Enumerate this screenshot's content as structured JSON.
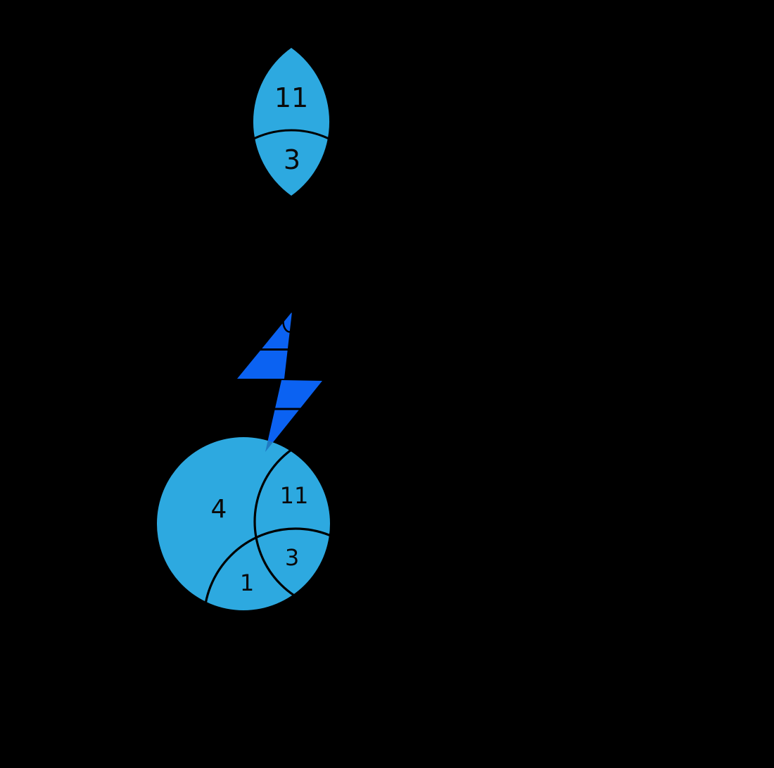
{
  "scene": {
    "background_color": "#000000"
  },
  "colors": {
    "set_fill": "#2da9e0",
    "bolt_fill": "#0b62f2",
    "bolt_overlap_fill": "#1f7ac2",
    "arc_stroke": "#000000",
    "label_color": "#0a0a0a"
  },
  "magnified_lens": {
    "top_label": "11",
    "bottom_label": "3"
  },
  "venn": {
    "region_labels": {
      "outer": "4",
      "upper_intersection": "11",
      "triple_intersection": "3",
      "lower_intersection": "1"
    }
  }
}
